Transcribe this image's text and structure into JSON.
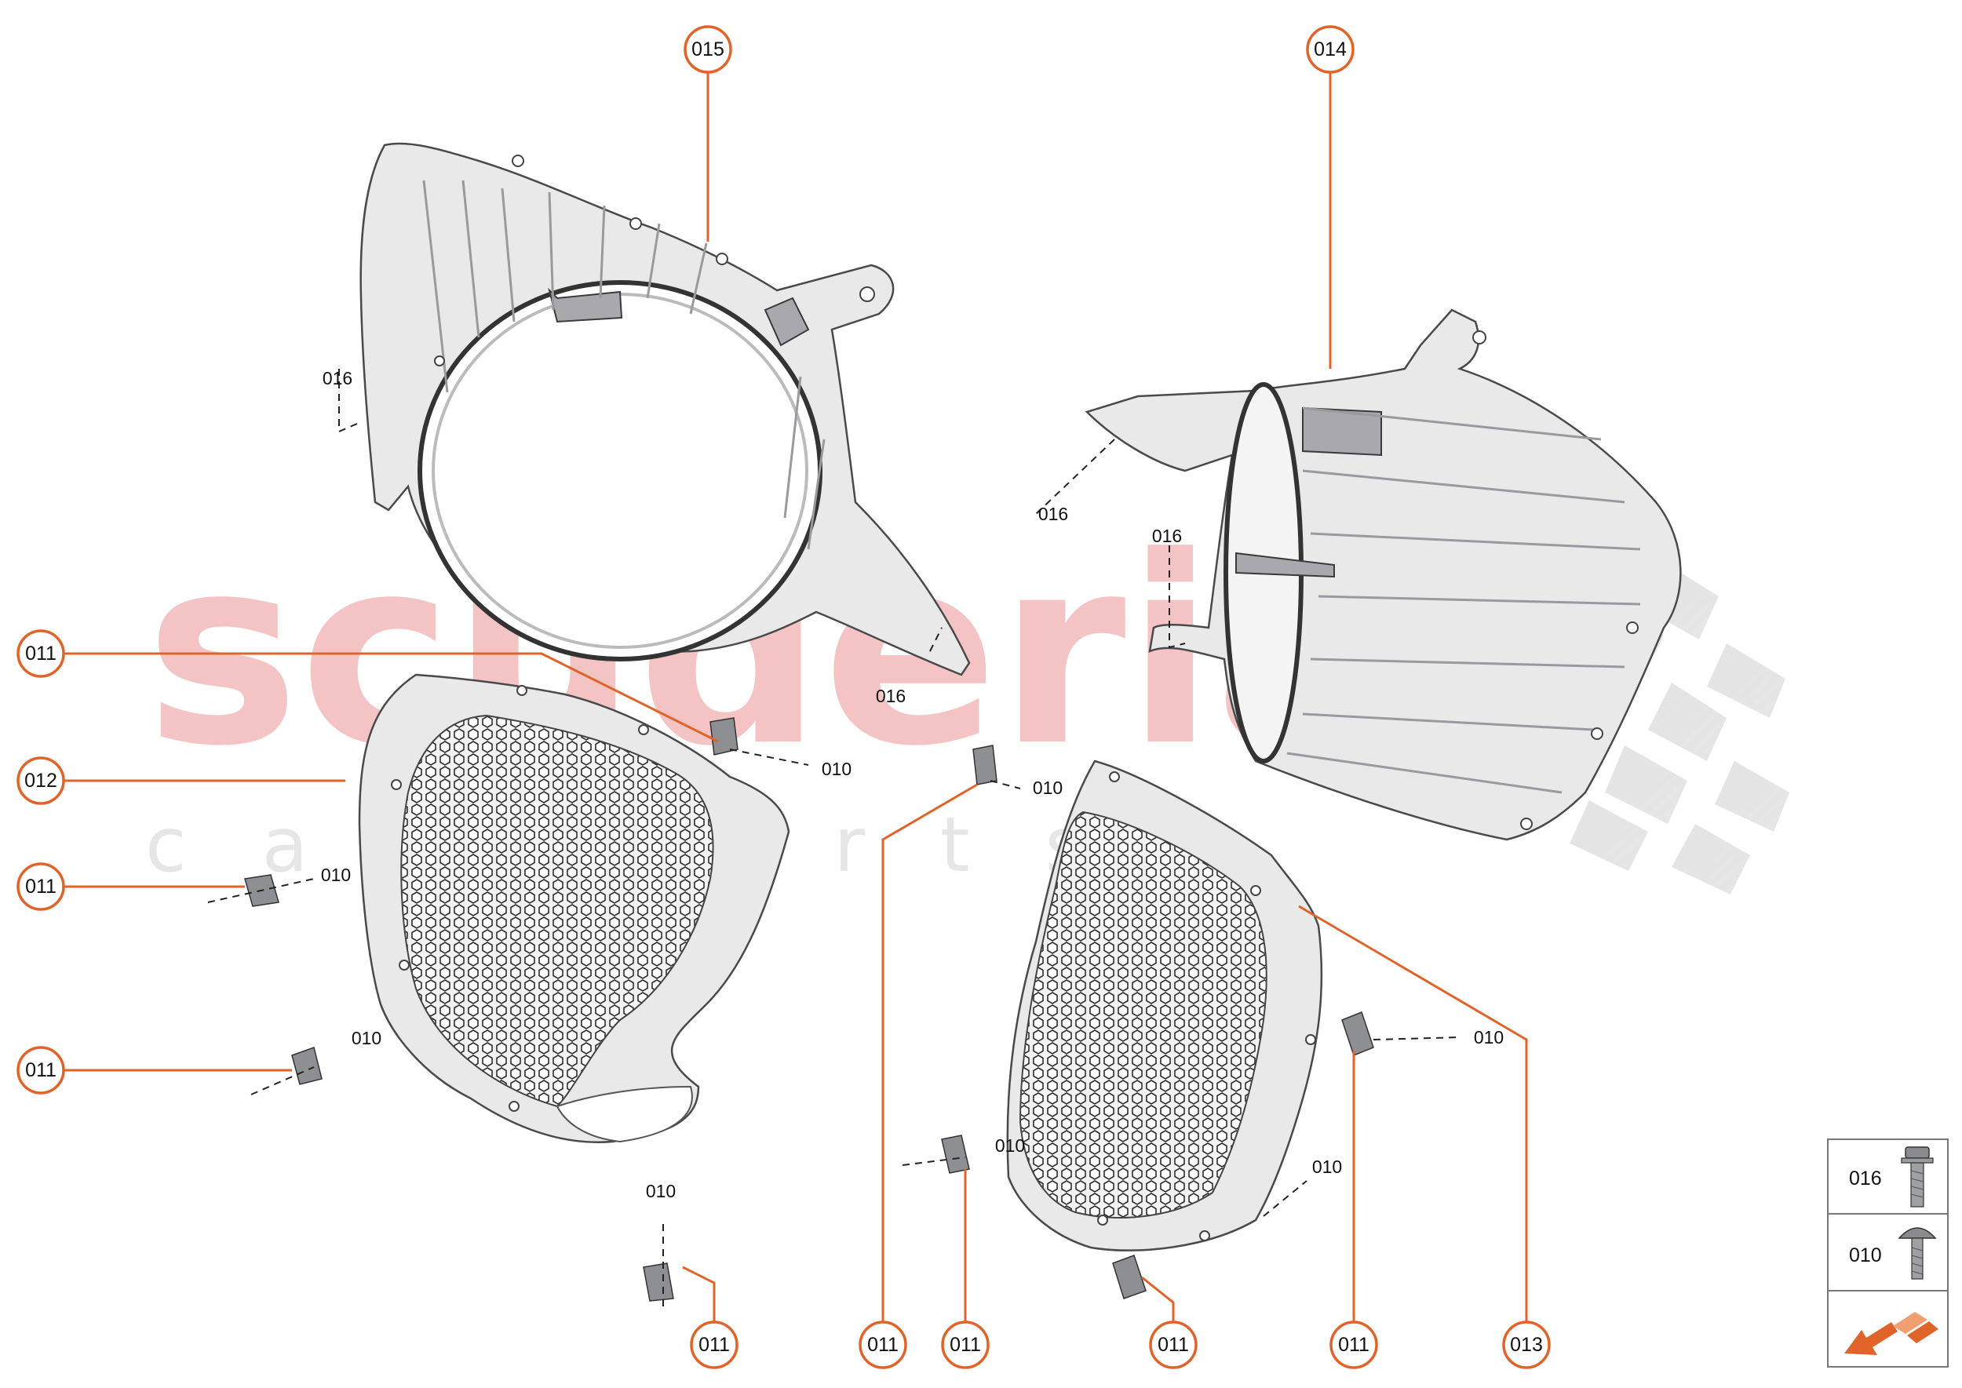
{
  "watermark": {
    "brand": "scuderia",
    "sub": "car parts"
  },
  "callouts": [
    {
      "id": "c015a",
      "label": "015"
    },
    {
      "id": "c014a",
      "label": "014"
    },
    {
      "id": "c011a",
      "label": "011"
    },
    {
      "id": "c012a",
      "label": "012"
    },
    {
      "id": "c011b",
      "label": "011"
    },
    {
      "id": "c011c",
      "label": "011"
    },
    {
      "id": "c011d",
      "label": "011"
    },
    {
      "id": "c011e",
      "label": "011"
    },
    {
      "id": "c011f",
      "label": "011"
    },
    {
      "id": "c011g",
      "label": "011"
    },
    {
      "id": "c011h",
      "label": "011"
    },
    {
      "id": "c013a",
      "label": "013"
    }
  ],
  "labels": [
    {
      "id": "l016a",
      "text": "016"
    },
    {
      "id": "l016b",
      "text": "016"
    },
    {
      "id": "l016c",
      "text": "016"
    },
    {
      "id": "l016d",
      "text": "016"
    },
    {
      "id": "l010a",
      "text": "010"
    },
    {
      "id": "l010b",
      "text": "010"
    },
    {
      "id": "l010c",
      "text": "010"
    },
    {
      "id": "l010d",
      "text": "010"
    },
    {
      "id": "l010e",
      "text": "010"
    },
    {
      "id": "l010f",
      "text": "010"
    },
    {
      "id": "l010g",
      "text": "010"
    },
    {
      "id": "l010h",
      "text": "010"
    }
  ],
  "legend": {
    "items": [
      {
        "label": "016",
        "icon": "flange-bolt-icon"
      },
      {
        "label": "010",
        "icon": "button-head-screw-icon"
      }
    ],
    "nav_icon": "direction-arrow-icon"
  },
  "colors": {
    "callout": "#e0632a",
    "watermark": "#f4c4c4"
  }
}
